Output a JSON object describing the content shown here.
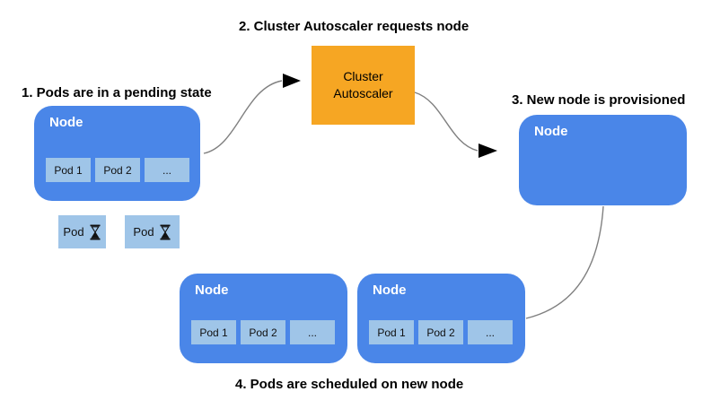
{
  "steps": {
    "step1": "1. Pods are in a pending state",
    "step2": "2. Cluster Autoscaler requests node",
    "step3": "3. New node is provisioned",
    "step4": "4. Pods are scheduled on new node"
  },
  "autoscaler": {
    "label": "Cluster Autoscaler"
  },
  "nodes": {
    "pending_node": {
      "label": "Node",
      "pods": [
        "Pod 1",
        "Pod 2",
        "..."
      ]
    },
    "new_node": {
      "label": "Node"
    },
    "scheduled_node_left": {
      "label": "Node",
      "pods": [
        "Pod 1",
        "Pod 2",
        "..."
      ]
    },
    "scheduled_node_right": {
      "label": "Node",
      "pods": [
        "Pod 1",
        "Pod 2",
        "..."
      ]
    }
  },
  "pending_pods": [
    {
      "label": "Pod",
      "icon": "hourglass-icon"
    },
    {
      "label": "Pod",
      "icon": "hourglass-icon"
    }
  ],
  "colors": {
    "node_blue": "#4a86e8",
    "pod_blue": "#9fc5e8",
    "autoscaler_orange": "#f6a623",
    "connector_gray": "#808080",
    "arrow_black": "#000000",
    "title_black": "#000000",
    "node_label_white": "#ffffff"
  }
}
